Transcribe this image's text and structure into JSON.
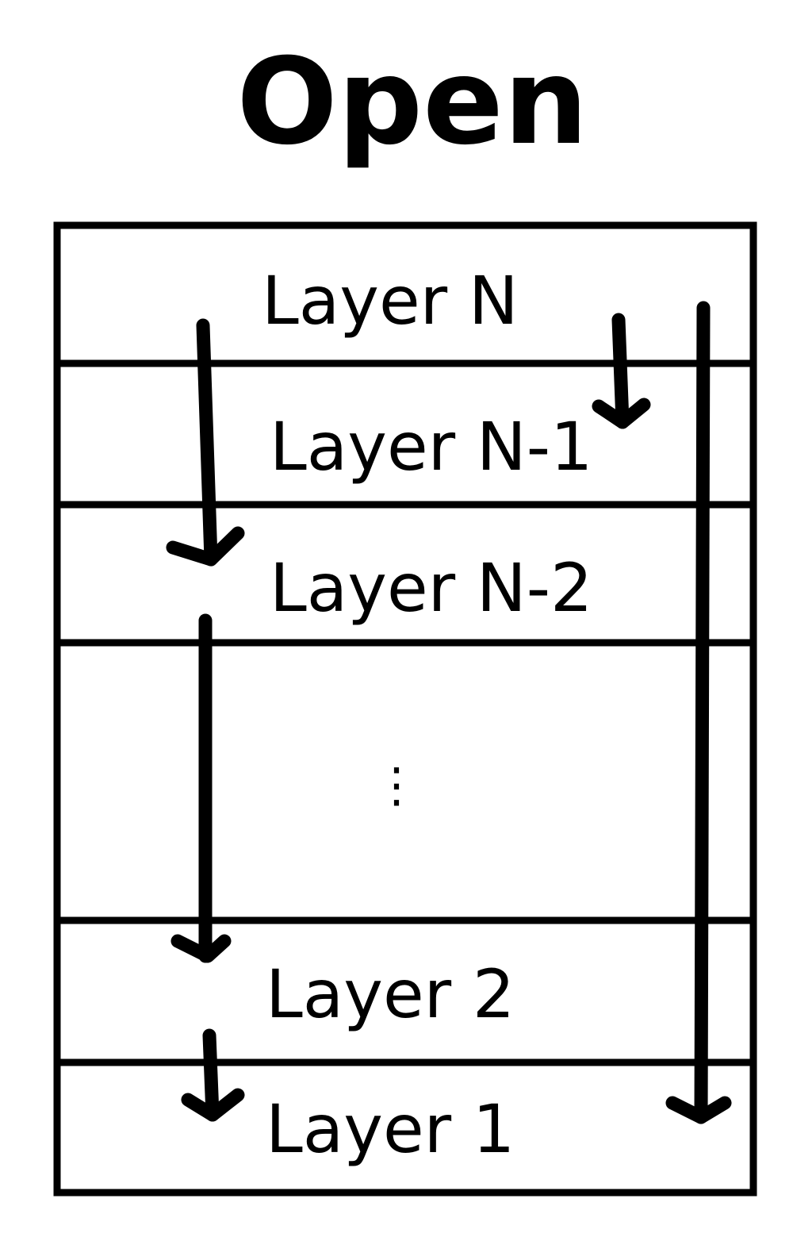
{
  "diagram": {
    "title": "Open",
    "layers": [
      {
        "label": "Layer N"
      },
      {
        "label": "Layer N-1"
      },
      {
        "label": "Layer N-2"
      },
      {
        "label": ""
      },
      {
        "label": "Layer 2"
      },
      {
        "label": "Layer 1"
      }
    ],
    "ellipsis": "⋮",
    "colors": {
      "ink": "#000000",
      "background": "#ffffff"
    }
  }
}
